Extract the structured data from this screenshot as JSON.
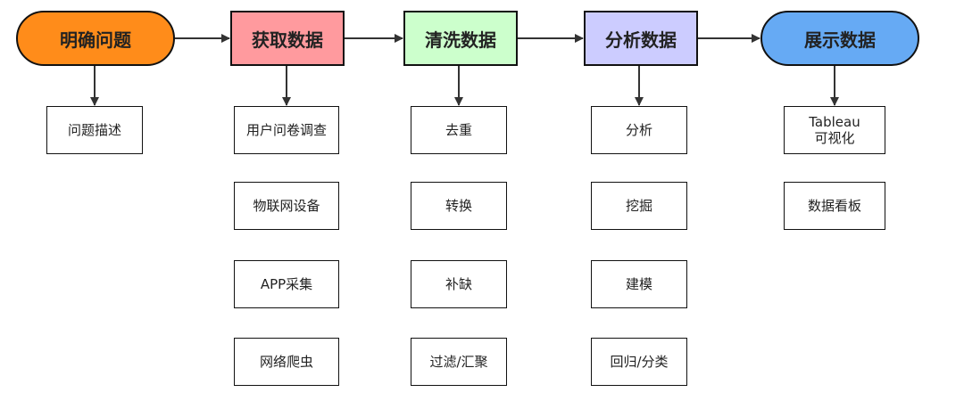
{
  "colors": {
    "stage_1": "#ff8c1a",
    "stage_2": "#ff9a9e",
    "stage_3": "#ccffcc",
    "stage_4": "#ccccff",
    "stage_5": "#66aaf4",
    "line": "#333333"
  },
  "stages": [
    {
      "label": "明确问题",
      "shape": "pill",
      "children": [
        "问题描述"
      ]
    },
    {
      "label": "获取数据",
      "shape": "rect",
      "children": [
        "用户问卷调查",
        "物联网设备",
        "APP采集",
        "网络爬虫"
      ]
    },
    {
      "label": "清洗数据",
      "shape": "rect",
      "children": [
        "去重",
        "转换",
        "补缺",
        "过滤/汇聚"
      ]
    },
    {
      "label": "分析数据",
      "shape": "rect",
      "children": [
        "分析",
        "挖掘",
        "建模",
        "回归/分类"
      ]
    },
    {
      "label": "展示数据",
      "shape": "pill",
      "children": [
        "Tableau\n可视化",
        "数据看板"
      ]
    }
  ]
}
